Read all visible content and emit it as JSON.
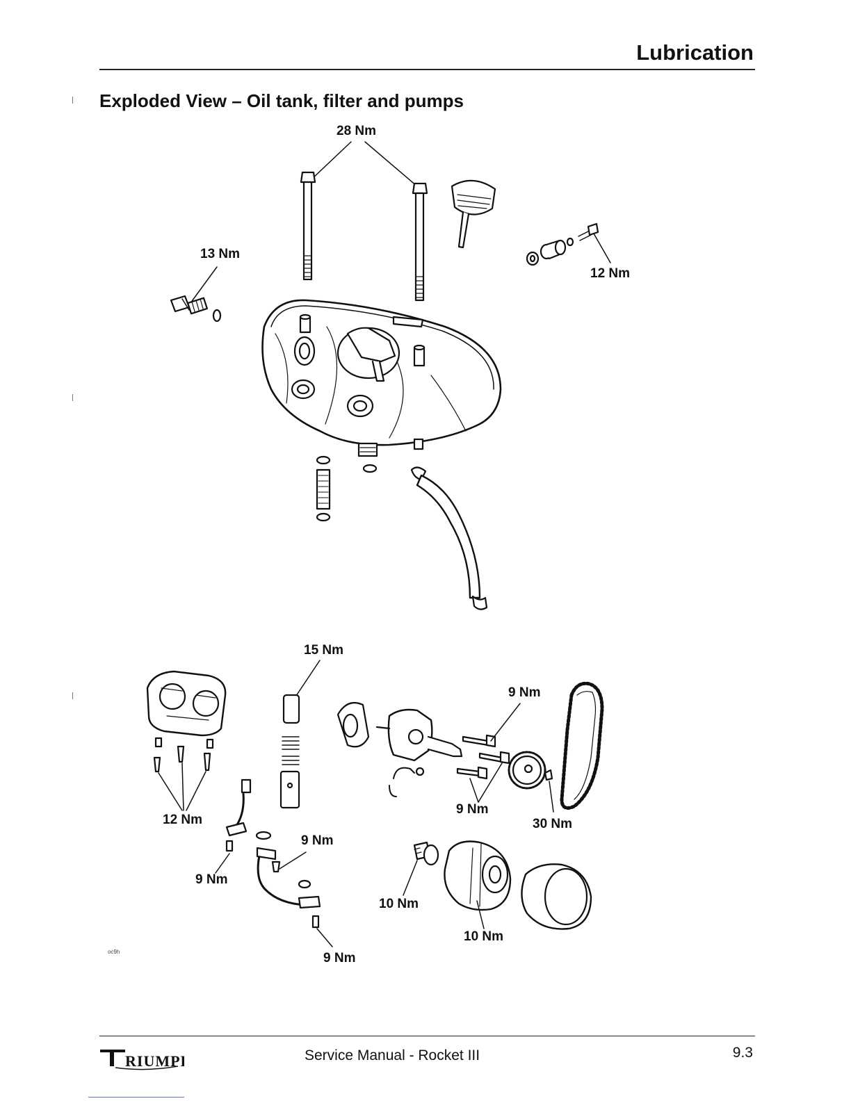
{
  "header": {
    "section_title": "Lubrication",
    "page_heading": "Exploded View – Oil tank, filter and pumps"
  },
  "diagram": {
    "torque_labels": {
      "tank_bolts": "28 Nm",
      "sender_left": "13 Nm",
      "breather_right": "12 Nm",
      "pressure_relief": "15 Nm",
      "pump_bolts": "12 Nm",
      "sprocket_bolts_upper": "9 Nm",
      "sprocket_bolts_lower": "9 Nm",
      "sprocket_nut": "30 Nm",
      "pipe_bolt_left": "9 Nm",
      "pipe_bolt_upper": "9 Nm",
      "pipe_bolt_lower": "9 Nm",
      "filter_adapter": "10 Nm",
      "filter": "10 Nm"
    },
    "figure_ref": "oc9h"
  },
  "footer": {
    "logo_text": "TRIUMPH",
    "manual_title": "Service Manual - Rocket III",
    "page_number": "9.3"
  }
}
